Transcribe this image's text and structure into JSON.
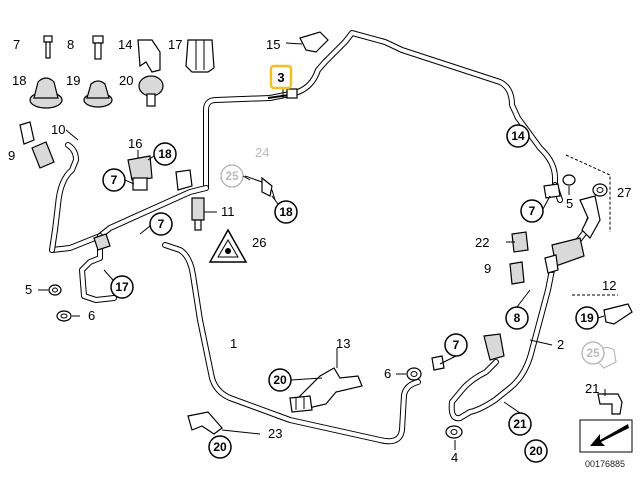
{
  "diagram": {
    "highlighted_label": "3",
    "plain_labels": [
      {
        "id": "l7a",
        "text": "7"
      },
      {
        "id": "l8",
        "text": "8"
      },
      {
        "id": "l14a",
        "text": "14"
      },
      {
        "id": "l17a",
        "text": "17"
      },
      {
        "id": "l15",
        "text": "15"
      },
      {
        "id": "l18a",
        "text": "18"
      },
      {
        "id": "l19a",
        "text": "19"
      },
      {
        "id": "l20a",
        "text": "20"
      },
      {
        "id": "l9a",
        "text": "9"
      },
      {
        "id": "l10",
        "text": "10"
      },
      {
        "id": "l16",
        "text": "16"
      },
      {
        "id": "l24",
        "text": "24"
      },
      {
        "id": "l11",
        "text": "11"
      },
      {
        "id": "l26",
        "text": "26"
      },
      {
        "id": "l5a",
        "text": "5"
      },
      {
        "id": "l6a",
        "text": "6"
      },
      {
        "id": "l1",
        "text": "1"
      },
      {
        "id": "l13",
        "text": "13"
      },
      {
        "id": "l6b",
        "text": "6"
      },
      {
        "id": "l23",
        "text": "23"
      },
      {
        "id": "l4",
        "text": "4"
      },
      {
        "id": "l2",
        "text": "2"
      },
      {
        "id": "l27",
        "text": "27"
      },
      {
        "id": "l5b",
        "text": "5"
      },
      {
        "id": "l22",
        "text": "22"
      },
      {
        "id": "l9b",
        "text": "9"
      },
      {
        "id": "l12",
        "text": "12"
      },
      {
        "id": "l21a",
        "text": "21"
      }
    ],
    "circled_labels": [
      {
        "id": "c7a",
        "text": "7"
      },
      {
        "id": "c18a",
        "text": "18"
      },
      {
        "id": "c25a",
        "text": "25"
      },
      {
        "id": "c18b",
        "text": "18"
      },
      {
        "id": "c7b",
        "text": "7"
      },
      {
        "id": "c17",
        "text": "17"
      },
      {
        "id": "c14",
        "text": "14"
      },
      {
        "id": "c7c",
        "text": "7"
      },
      {
        "id": "c8",
        "text": "8"
      },
      {
        "id": "c19",
        "text": "19"
      },
      {
        "id": "c25b",
        "text": "25"
      },
      {
        "id": "c20a",
        "text": "20"
      },
      {
        "id": "c7d",
        "text": "7"
      },
      {
        "id": "c20b",
        "text": "20"
      },
      {
        "id": "c21",
        "text": "21"
      },
      {
        "id": "c20c",
        "text": "20"
      }
    ],
    "drawing_number": "00176885"
  }
}
